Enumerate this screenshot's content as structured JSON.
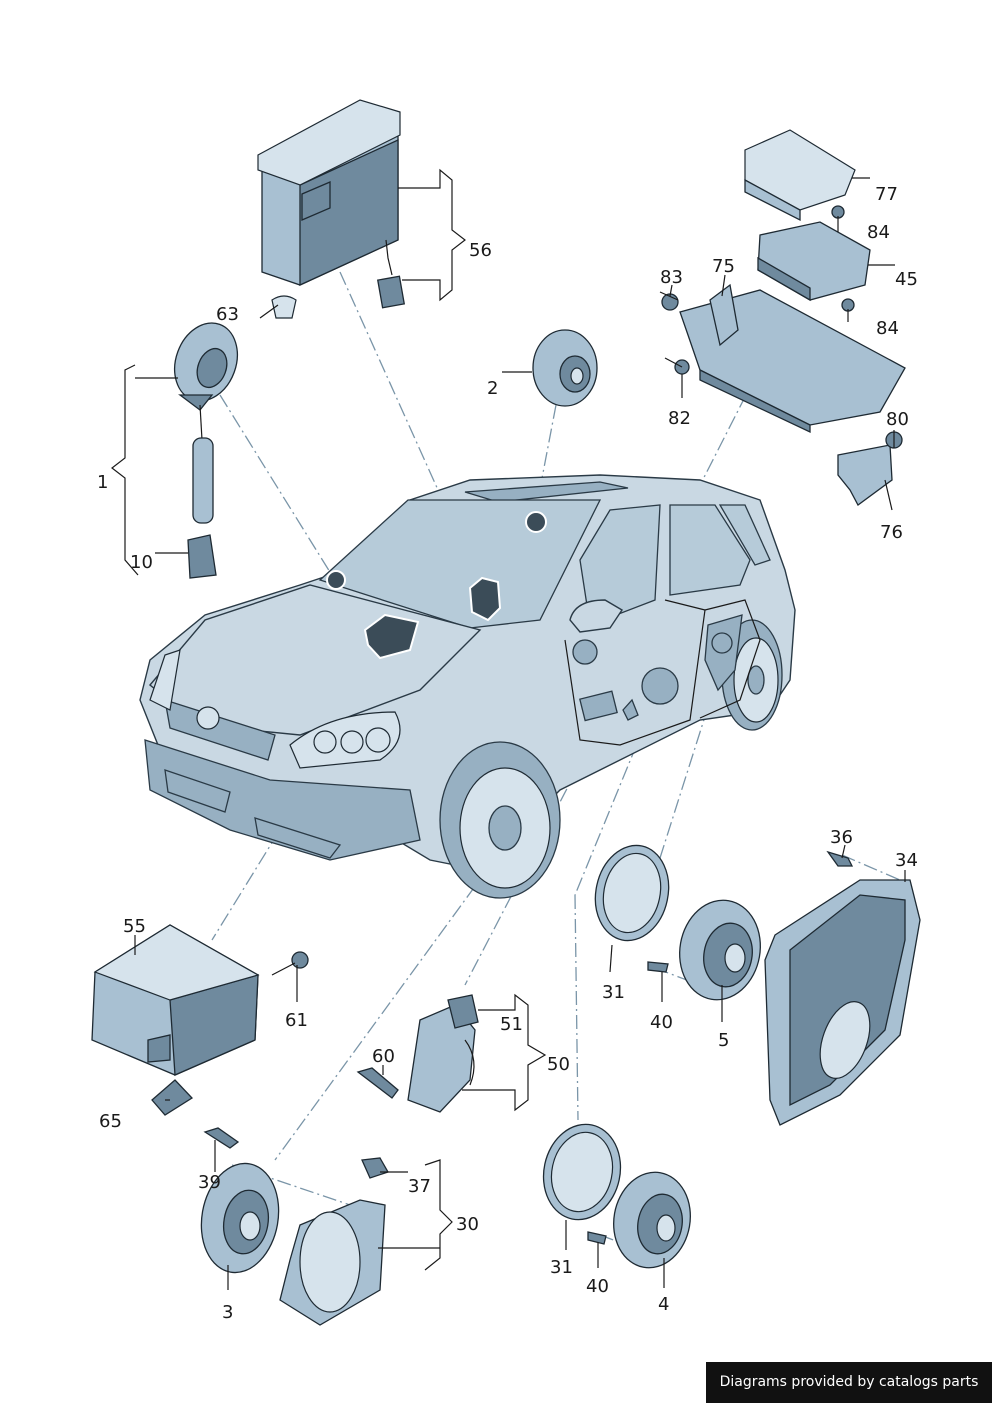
{
  "labels": {
    "l1": "1",
    "l2": "2",
    "l3": "3",
    "l4": "4",
    "l5": "5",
    "l10": "10",
    "l30": "30",
    "l31a": "31",
    "l31b": "31",
    "l34": "34",
    "l36": "36",
    "l37": "37",
    "l39": "39",
    "l40a": "40",
    "l40b": "40",
    "l45": "45",
    "l50": "50",
    "l51": "51",
    "l55": "55",
    "l56": "56",
    "l60": "60",
    "l61": "61",
    "l63": "63",
    "l65": "65",
    "l75": "75",
    "l76": "76",
    "l77": "77",
    "l80": "80",
    "l82": "82",
    "l83": "83",
    "l84a": "84",
    "l84b": "84"
  },
  "footer": "Diagrams provided by catalogs parts"
}
